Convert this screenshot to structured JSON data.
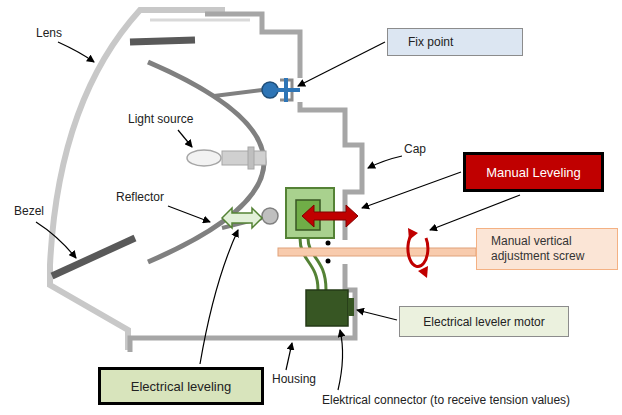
{
  "diagram": {
    "nodes": [
      {
        "text": [
          "Fix point"
        ]
      },
      {
        "text": [
          "Manual Leveling"
        ]
      },
      {
        "text": [
          "Manual vertical adjustment screw"
        ]
      },
      {
        "text": [
          "Electrical leveler motor"
        ]
      },
      {
        "text": [
          "Electrical leveling"
        ]
      }
    ],
    "labels": [
      "Lens",
      "Light source",
      "Cap",
      "Bezel",
      "Reflector",
      "Housing",
      "Elektrical connector (to receive tension values)"
    ]
  }
}
